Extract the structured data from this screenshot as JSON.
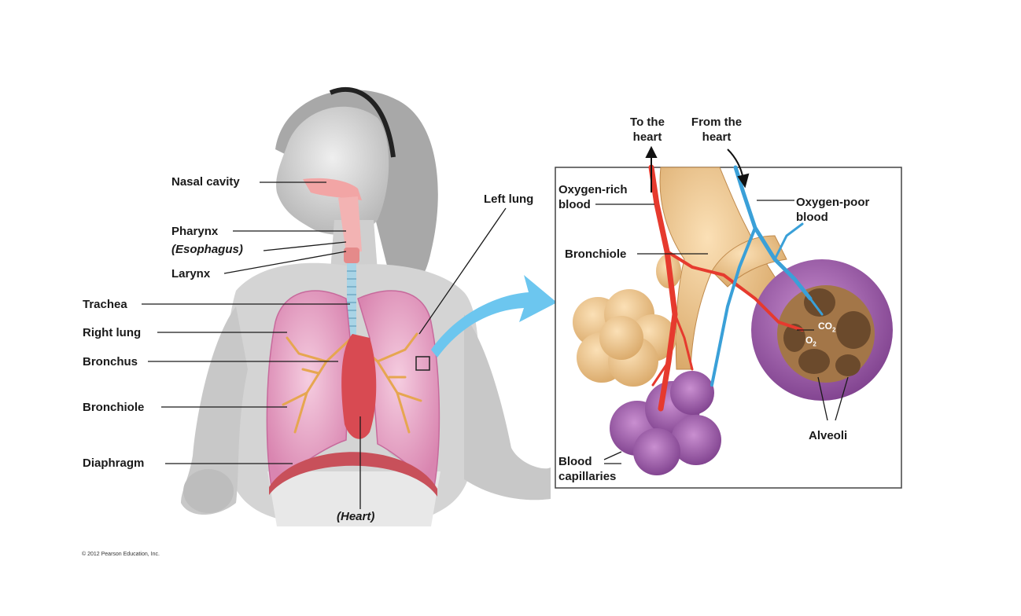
{
  "labels": {
    "nasal_cavity": "Nasal cavity",
    "pharynx": "Pharynx",
    "esophagus": "(Esophagus)",
    "larynx": "Larynx",
    "trachea": "Trachea",
    "right_lung": "Right lung",
    "bronchus": "Bronchus",
    "bronchiole_left": "Bronchiole",
    "diaphragm": "Diaphragm",
    "heart": "(Heart)",
    "left_lung": "Left lung",
    "to_heart_1": "To the",
    "to_heart_2": "heart",
    "from_heart_1": "From the",
    "from_heart_2": "heart",
    "oxygen_rich_1": "Oxygen-rich",
    "oxygen_rich_2": "blood",
    "oxygen_poor_1": "Oxygen-poor",
    "oxygen_poor_2": "blood",
    "bronchiole_inset": "Bronchiole",
    "alveoli": "Alveoli",
    "blood_capillaries_1": "Blood",
    "blood_capillaries_2": "capillaries",
    "co2": "CO",
    "co2_sub": "2",
    "o2": "O",
    "o2_sub": "2",
    "copyright": "© 2012 Pearson Education, Inc."
  },
  "colors": {
    "skin": "#d9d9d9",
    "lung": "#e7a9c8",
    "airway": "#f2c58a",
    "artery": "#e63a2e",
    "vein": "#3aa0d8",
    "alveolus": "#9b5fa8",
    "callout_arrow": "#6cc6ef"
  }
}
